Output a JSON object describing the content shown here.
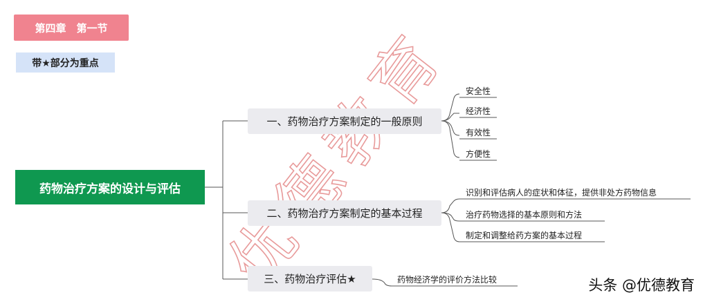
{
  "chapter_tag": "第四章　第一节",
  "note_tag": "带★部分为重点",
  "root": "药物治疗方案的设计与评估",
  "branches": [
    {
      "label": "一、药物治疗方案制定的一般原则",
      "leaves": [
        "安全性",
        "经济性",
        "有效性",
        "方便性"
      ]
    },
    {
      "label": "二、药物治疗方案制定的基本过程",
      "leaves": [
        "识别和评估病人的症状和体征，提供非处方药物信息",
        "治疗药物选择的基本原则和方法",
        "制定和调整给药方案的基本过程"
      ]
    },
    {
      "label": "三、药物治疗评估★",
      "leaves": [
        "药物经济学的评价方法比较"
      ]
    }
  ],
  "watermark": "优德教育",
  "credit": "头条 @优德教育",
  "colors": {
    "chapter": "#f0838f",
    "note": "#d5e3f8",
    "root": "#0f9850",
    "branch": "#ebebef",
    "line": "#555555",
    "watermark": "#e89a9a"
  }
}
